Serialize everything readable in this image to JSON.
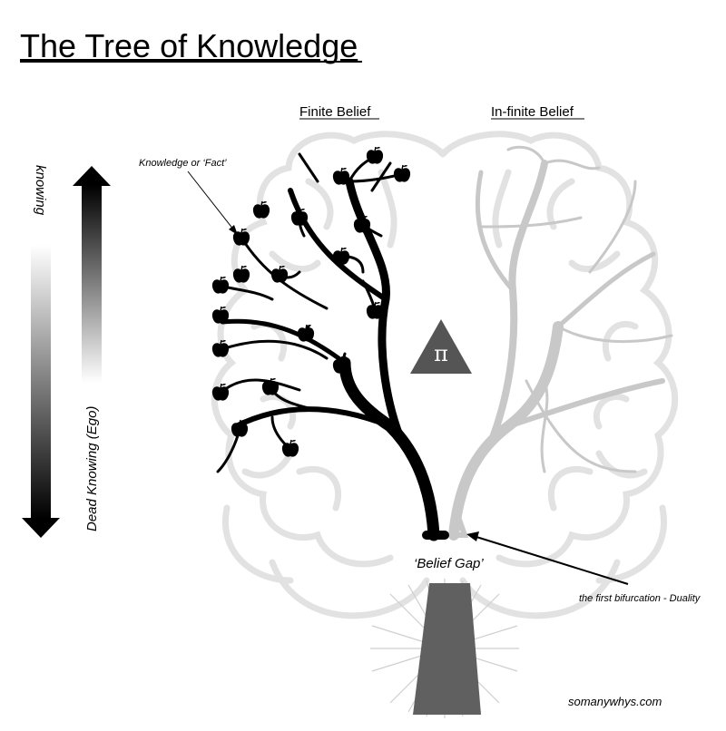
{
  "title": "The Tree of Knowledge",
  "headings": {
    "finite": "Finite Belief",
    "infinite": "In-finite Belief"
  },
  "left_scale": {
    "top_label": "knowing",
    "bottom_label": "Dead Knowing (Ego)"
  },
  "annotations": {
    "fact": "Knowledge or ‘Fact’",
    "belief_gap": "‘Belief Gap’",
    "bifurcation": "the first bifurcation - Duality",
    "pi_symbol": "π"
  },
  "footer": "somanywhys.com",
  "colors": {
    "tree_finite": "#000000",
    "tree_infinite": "#c8c8c8",
    "brain_outline": "#e2e2e2",
    "trunk": "#606060",
    "triangle": "#555555"
  }
}
